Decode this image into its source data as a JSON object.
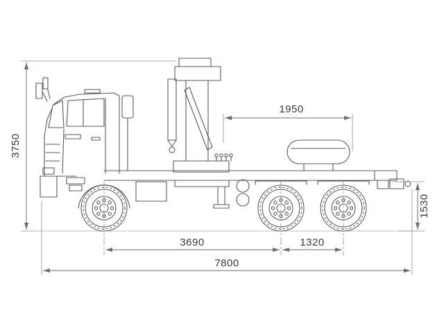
{
  "diagram": {
    "dimensions": {
      "overall_height": "3750",
      "upper_span": "1950",
      "saddle_height": "1530",
      "wheelbase": "3690",
      "bogie_spacing": "1320",
      "overall_length": "7800"
    },
    "colors": {
      "drawing_line": "#5a5a5a",
      "dimension_line": "#6e6e6e",
      "label_text": "#3a3a3a",
      "background": "#ffffff"
    }
  }
}
